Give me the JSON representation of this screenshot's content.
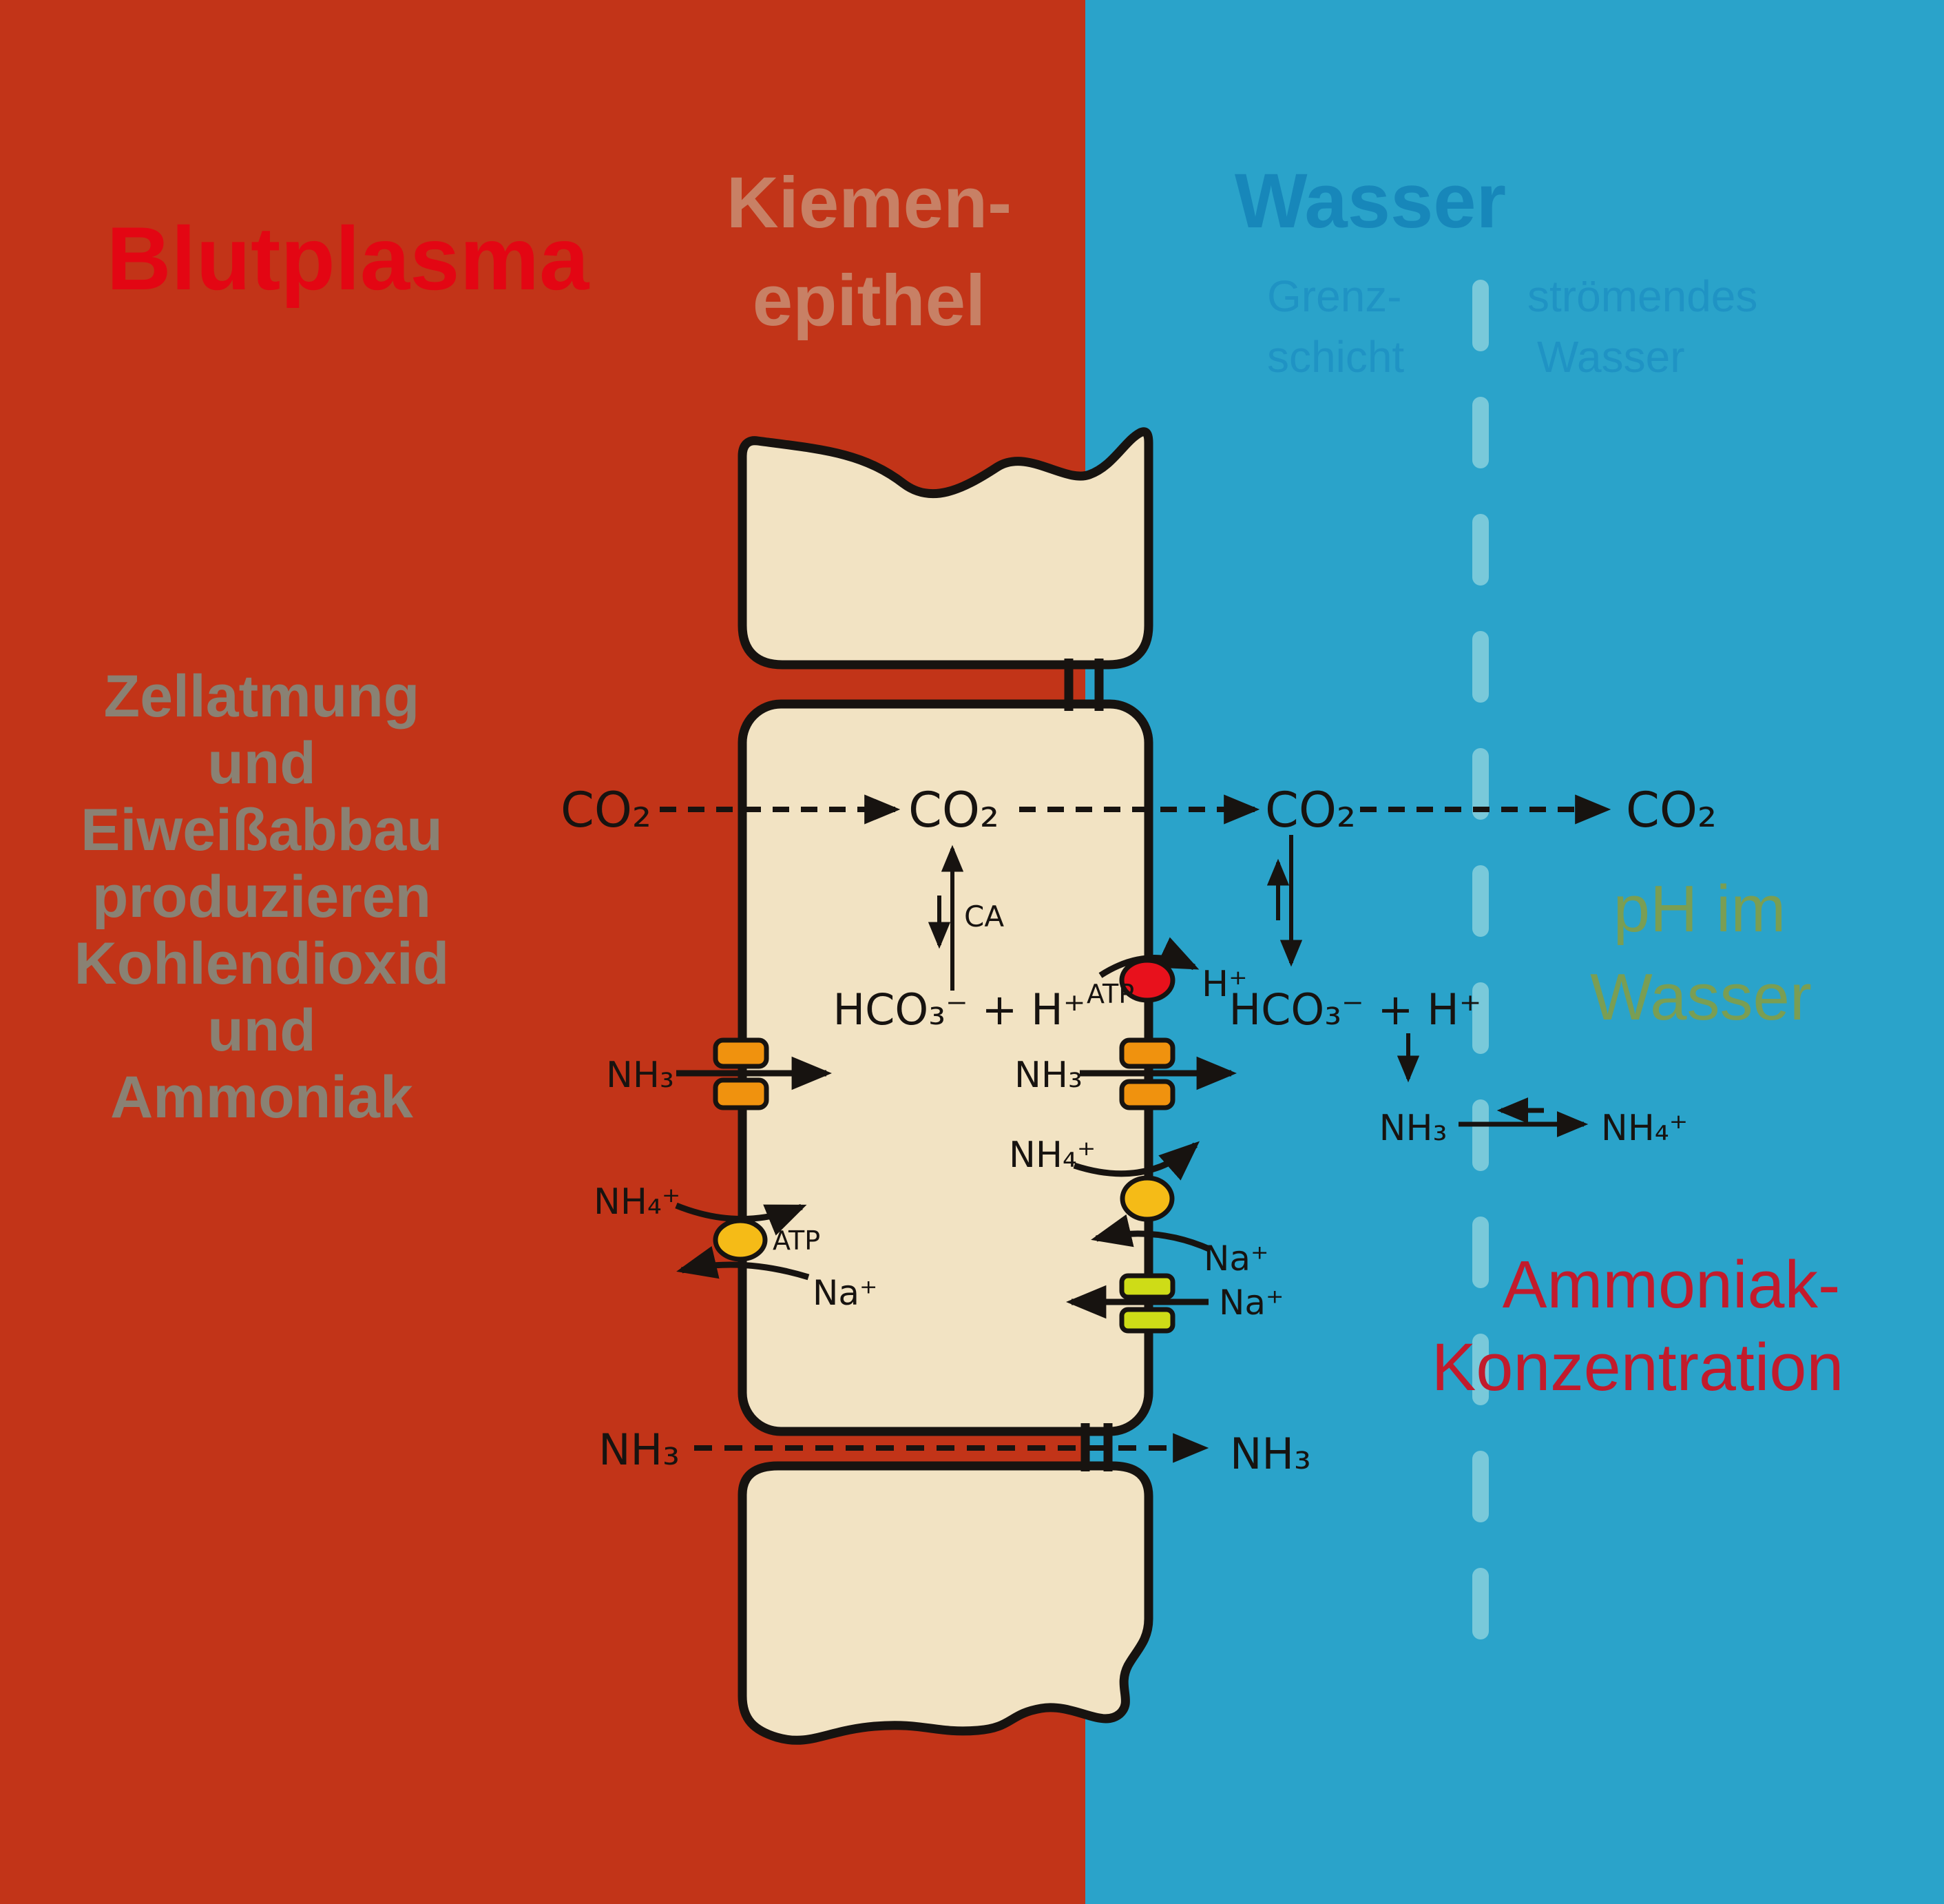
{
  "colors": {
    "blood_bg": "#c23418",
    "water_bg": "#2aa3ca",
    "cell_fill": "#f2e3c3",
    "outline": "#171310",
    "blood_title": "#e30613",
    "epithel_title": "#c88065",
    "water_title": "#1787ba",
    "water_sub": "#1f93c4",
    "boundary_dash": "#79c9da",
    "note_gray": "#8a8173",
    "ph_olive": "#7a9e53",
    "ammonia_red": "#c21b2c",
    "channel_orange": "#f0920e",
    "pump_yellow": "#f5bb17",
    "channel_lime": "#cedc17",
    "pump_red": "#e8111c"
  },
  "headers": {
    "blood": "Blutplasma",
    "epithel_line1": "Kiemen-",
    "epithel_line2": "epithel",
    "water": "Wasser",
    "boundary_line1": "Grenz-",
    "boundary_line2": "schicht",
    "flowing_line1": "strömendes",
    "flowing_line2": "Wasser"
  },
  "note": {
    "line1": "Zellatmung",
    "line2": "und",
    "line3": "Eiweißabbau",
    "line4": "produzieren",
    "line5": "Kohlendioxid",
    "line6": "und",
    "line7": "Ammoniak"
  },
  "molecules": {
    "co2": "CO₂",
    "hco3_h": "HCO₃⁻ + H⁺",
    "nh3": "NH₃",
    "nh4": "NH₄⁺",
    "na": "Na⁺",
    "h": "H⁺",
    "atp": "ATP",
    "ca": "CA"
  },
  "annotations": {
    "ph_line1": "pH im",
    "ph_line2": "Wasser",
    "ammonia_line1": "Ammoniak-",
    "ammonia_line2": "Konzentration"
  }
}
